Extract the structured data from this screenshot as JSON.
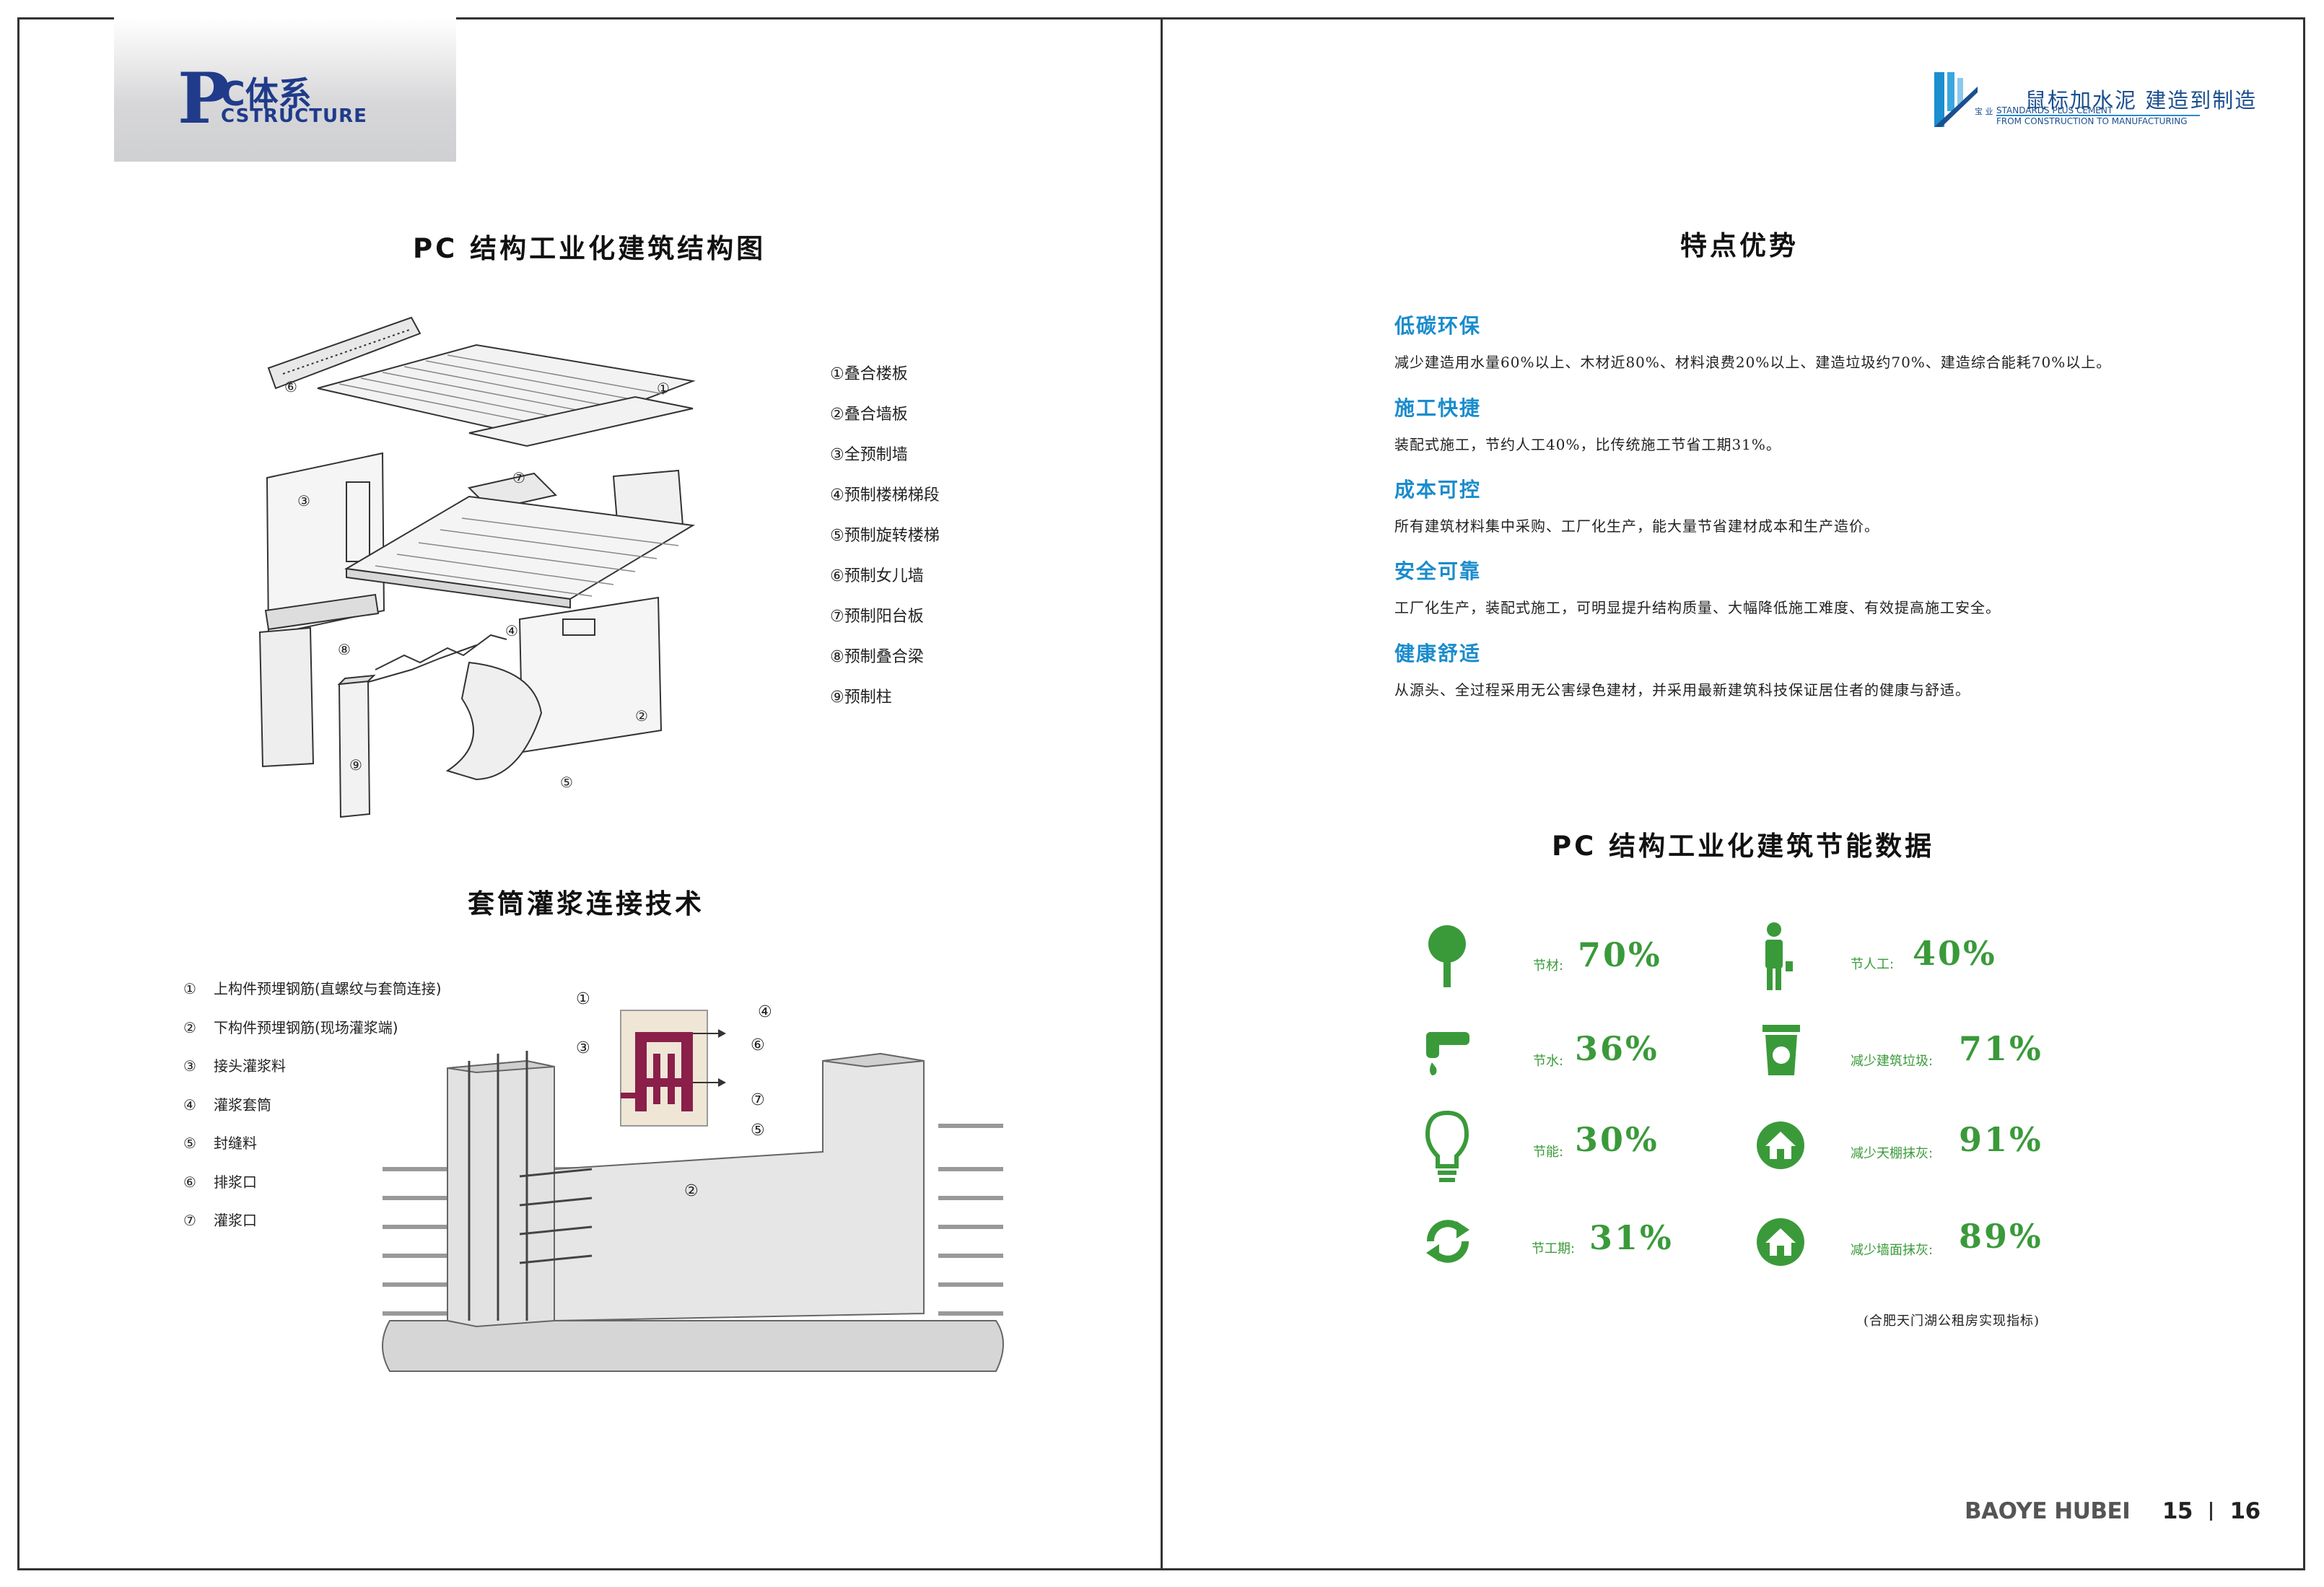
{
  "left_header": {
    "logo_p": "P",
    "logo_cn": "C体系",
    "logo_en": "CSTRUCTURE"
  },
  "right_header": {
    "brand_small": "宝 业",
    "slogan_cn": "鼠标加水泥  建造到制造",
    "slogan_en1": "STANDARDS PLUS CEMENT",
    "slogan_en2": "FROM CONSTRUCTION TO MANUFACTURING"
  },
  "left": {
    "title1": "PC 结构工业化建筑结构图",
    "legend1": [
      "①叠合楼板",
      "②叠合墙板",
      "③全预制墙",
      "④预制楼梯梯段",
      "⑤预制旋转楼梯",
      "⑥预制女儿墙",
      "⑦预制阳台板",
      "⑧预制叠合梁",
      "⑨预制柱"
    ],
    "diagram1_markers": [
      "①",
      "②",
      "③",
      "④",
      "⑤",
      "⑥",
      "⑦",
      "⑧",
      "⑨"
    ],
    "title2": "套筒灌浆连接技术",
    "legend2": [
      {
        "num": "①",
        "text": "上构件预埋钢筋(直螺纹与套筒连接)"
      },
      {
        "num": "②",
        "text": "下构件预埋钢筋(现场灌浆端)"
      },
      {
        "num": "③",
        "text": "接头灌浆料"
      },
      {
        "num": "④",
        "text": "灌浆套筒"
      },
      {
        "num": "⑤",
        "text": "封缝料"
      },
      {
        "num": "⑥",
        "text": "排浆口"
      },
      {
        "num": "⑦",
        "text": "灌浆口"
      }
    ],
    "diagram2_markers": [
      "①",
      "④",
      "③",
      "⑥",
      "⑦",
      "⑤",
      "②"
    ]
  },
  "right": {
    "title1": "特点优势",
    "features": [
      {
        "heading": "低碳环保",
        "desc": "减少建造用水量60%以上、木材近80%、材料浪费20%以上、建造垃圾约70%、建造综合能耗70%以上。"
      },
      {
        "heading": "施工快捷",
        "desc": "装配式施工，节约人工40%，比传统施工节省工期31%。"
      },
      {
        "heading": "成本可控",
        "desc": "所有建筑材料集中采购、工厂化生产，能大量节省建材成本和生产造价。"
      },
      {
        "heading": "安全可靠",
        "desc": "工厂化生产，装配式施工，可明显提升结构质量、大幅降低施工难度、有效提高施工安全。"
      },
      {
        "heading": "健康舒适",
        "desc": "从源头、全过程采用无公害绿色建材，并采用最新建筑科技保证居住者的健康与舒适。"
      }
    ],
    "title2": "PC 结构工业化建筑节能数据",
    "stats": [
      {
        "icon": "tree-icon",
        "label": "节材:",
        "value": "70%"
      },
      {
        "icon": "worker-icon",
        "label": "节人工:",
        "value": "40%"
      },
      {
        "icon": "faucet-icon",
        "label": "节水:",
        "value": "36%"
      },
      {
        "icon": "recycle-bin-icon",
        "label": "减少建筑垃圾:",
        "value": "71%"
      },
      {
        "icon": "lightbulb-icon",
        "label": "节能:",
        "value": "30%"
      },
      {
        "icon": "house-icon",
        "label": "减少天棚抹灰:",
        "value": "91%"
      },
      {
        "icon": "cycle-arrows-icon",
        "label": "节工期:",
        "value": "31%"
      },
      {
        "icon": "house-icon",
        "label": "减少墙面抹灰:",
        "value": "89%"
      }
    ],
    "note": "(合肥天门湖公租房实现指标)",
    "footer": {
      "brand": "BAOYE HUBEI",
      "page_left": "15",
      "page_right": "16"
    }
  },
  "colors": {
    "accent_blue": "#1a8ccc",
    "green": "#3a9a3a",
    "logo_blue": "#1f3b8a",
    "grout_magenta": "#8a1f4a"
  }
}
